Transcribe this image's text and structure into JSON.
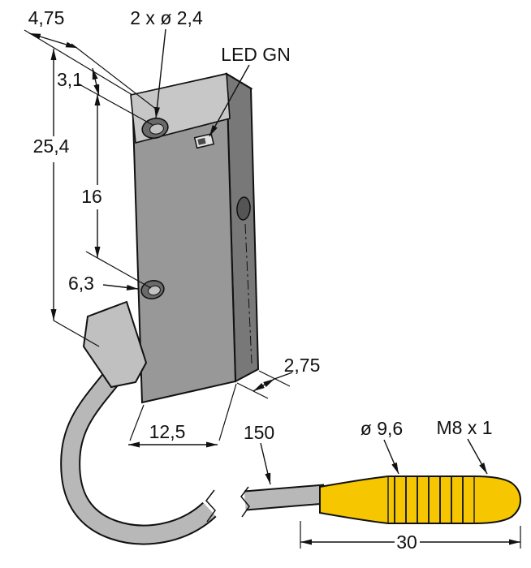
{
  "drawing": {
    "labels": {
      "top_depth": "4,75",
      "mounting_holes": "2 x ø 2,4",
      "led": "LED GN",
      "top_to_hole": "3,1",
      "body_height": "25,4",
      "hole_spacing": "16",
      "hole_to_bottom": "6,3",
      "side_offset": "2,75",
      "body_width": "12,5",
      "cable_length": "150",
      "connector_diameter": "ø 9,6",
      "thread": "M8 x 1",
      "connector_length": "30"
    },
    "colors": {
      "outline": "#111111",
      "body_front": "#989898",
      "body_side": "#787878",
      "body_top": "#a6a6a6",
      "insert": "#c7c7c7",
      "cable": "#b8b8b8",
      "boot": "#c0c0c0",
      "connector_yellow": "#f6c700"
    }
  }
}
